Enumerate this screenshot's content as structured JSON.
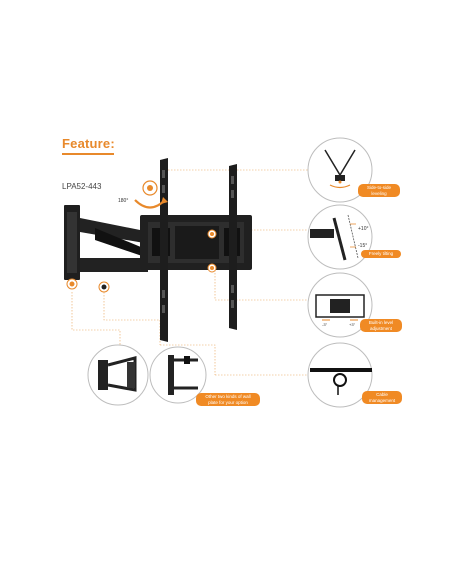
{
  "feature": {
    "title": "Feature:"
  },
  "product": {
    "model": "LPA52-443"
  },
  "rotation": {
    "degrees": "180°"
  },
  "badges": {
    "side_to_side": "Side-to-side leveling",
    "tilting": "Freely tilting",
    "tilt_up": "+10°",
    "tilt_down": "-15°",
    "post_install": "Built-in level adjustment",
    "left_deg": "-3°",
    "right_deg": "+3°",
    "cable": "Cable management",
    "wall_plate": "Other two kinds of wall plate for your option"
  },
  "colors": {
    "accent": "#f08a24",
    "metal": "#1e1e1e",
    "guide": "#e8a255"
  }
}
